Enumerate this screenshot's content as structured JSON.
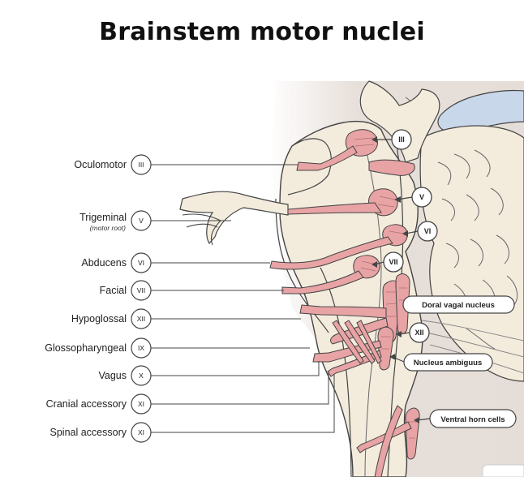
{
  "title": "Brainstem motor nuclei",
  "labels": [
    {
      "name": "Oculomotor",
      "numeral": "III"
    },
    {
      "name": "Trigeminal",
      "sub": "(motor root)",
      "numeral": "V"
    },
    {
      "name": "Abducens",
      "numeral": "VI"
    },
    {
      "name": "Facial",
      "numeral": "VII"
    },
    {
      "name": "Hypoglossal",
      "numeral": "XII"
    },
    {
      "name": "Glossopharyngeal",
      "numeral": "IX"
    },
    {
      "name": "Vagus",
      "numeral": "X"
    },
    {
      "name": "Cranial accessory",
      "numeral": "XI"
    },
    {
      "name": "Spinal accessory",
      "numeral": "XI"
    }
  ],
  "nucleus_markers": [
    "III",
    "V",
    "VI",
    "VII",
    "XII"
  ],
  "callouts": [
    "Doral vagal nucleus",
    "Nucleus ambiguus",
    "Ventral horn cells"
  ],
  "colors": {
    "nucleus": "#e8a3a5",
    "tissue": "#f3ecdd",
    "outline": "#444444",
    "ventricle": "#c9d7ea"
  }
}
